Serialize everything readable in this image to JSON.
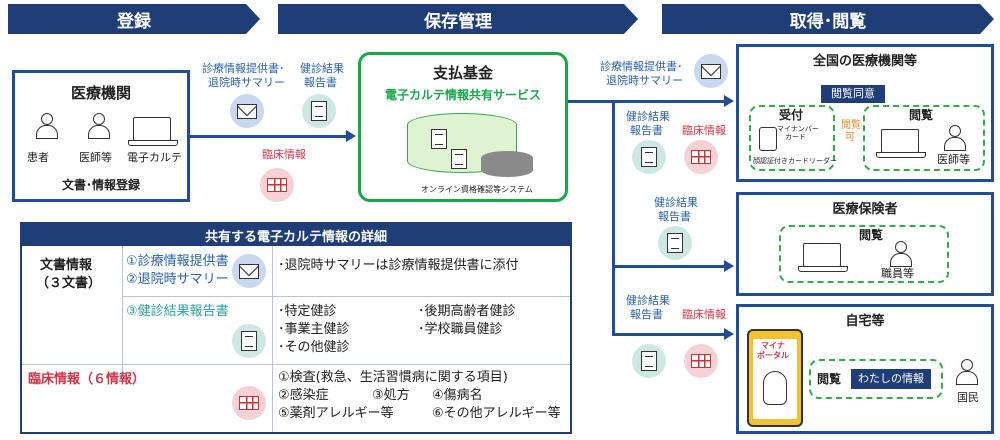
{
  "headers": {
    "register": "登録",
    "storage": "保存管理",
    "retrieval": "取得･閲覧"
  },
  "medical_institution": {
    "title": "医療機関",
    "patient": "患者",
    "doctor": "医師等",
    "ehr": "電子カルテ",
    "footer": "文書･情報登録"
  },
  "left_flow": {
    "doc_label_line1": "診療情報提供書･",
    "doc_label_line2": "退院時サマリー",
    "checkup_line1": "健診結果",
    "checkup_line2": "報告書",
    "clinical": "臨床情報"
  },
  "fund": {
    "title": "支払基金",
    "service": "電子カルテ情報共有サービス",
    "system": "オンライン資格確認等システム"
  },
  "right_flow": {
    "doc_line1": "診療情報提供書･",
    "doc_line2": "退院時サマリー",
    "checkup1_line1": "健診結果",
    "checkup1_line2": "報告書",
    "clinical1": "臨床情報",
    "checkup2_line1": "健診結果",
    "checkup2_line2": "報告書",
    "checkup3_line1": "健診結果",
    "checkup3_line2": "報告書",
    "clinical3": "臨床情報"
  },
  "national": {
    "title": "全国の医療機関等",
    "consent": "閲覧同意",
    "reception": "受付",
    "card_line1": "マイナンバー",
    "card_line2": "カード",
    "reader": "顔認証付きカードリーダー",
    "view_ok_line1": "閲覧",
    "view_ok_line2": "可",
    "view": "閲覧",
    "doctor": "医師等"
  },
  "insurer": {
    "title": "医療保険者",
    "view": "閲覧",
    "staff": "職員等"
  },
  "home": {
    "title": "自宅等",
    "portal_line1": "マイナ",
    "portal_line2": "ポータル",
    "view": "閲覧",
    "myinfo": "わたしの情報",
    "citizen": "国民"
  },
  "detail": {
    "title": "共有する電子カルテ情報の詳細",
    "doc_info_line1": "文書情報",
    "doc_info_line2": "（３文書）",
    "item1": "①診療情報提供書",
    "item2": "②退院時サマリー",
    "item3": "③健診結果報告書",
    "note1": "･退院時サマリーは診療情報提供書に添付",
    "checkups": [
      "･特定健診",
      "･後期高齢者健診",
      "･事業主健診",
      "･学校職員健診",
      "･その他健診"
    ],
    "clinical_title": "臨床情報（６情報）",
    "clinical_items": [
      "①検査(救急、生活習慣病に関する項目)",
      "②感染症",
      "③処方",
      "④傷病名",
      "⑤薬剤アレルギー等",
      "⑥その他アレルギー等"
    ]
  }
}
